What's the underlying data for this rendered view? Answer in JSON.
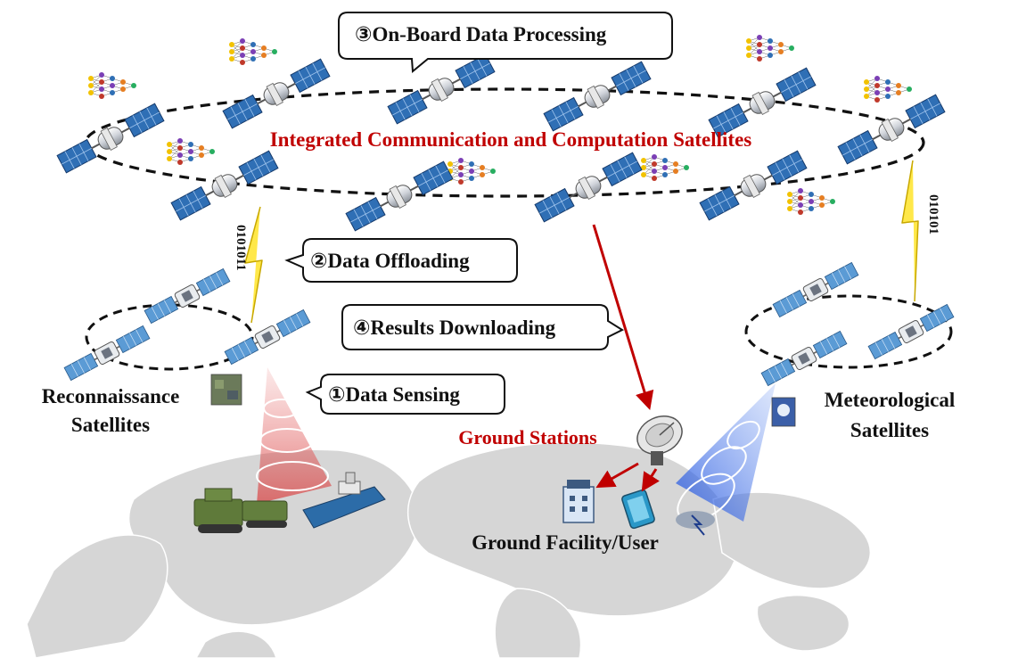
{
  "steps": [
    {
      "num": "①",
      "label": "Data Sensing"
    },
    {
      "num": "②",
      "label": "Data Offloading"
    },
    {
      "num": "③",
      "label": "On-Board Data Processing"
    },
    {
      "num": "④",
      "label": "Results Downloading"
    }
  ],
  "titles": {
    "iccs": "Integrated Communication and Computation Satellites",
    "ground_stations": "Ground Stations",
    "ground_facility": "Ground Facility/User",
    "recon_line1": "Reconnaissance",
    "recon_line2": "Satellites",
    "met_line1": "Meteorological",
    "met_line2": "Satellites"
  },
  "bits": {
    "left_link": "0101011",
    "right_link": "010101"
  },
  "colors": {
    "accent_red": "#c00000",
    "solar_blue": "#2f6fb5",
    "link_yellow": "#ffe84a",
    "sensing_cone_red": "#e06060",
    "sensing_cone_blue": "#3c6fe0",
    "map_gray": "#d6d6d6"
  }
}
